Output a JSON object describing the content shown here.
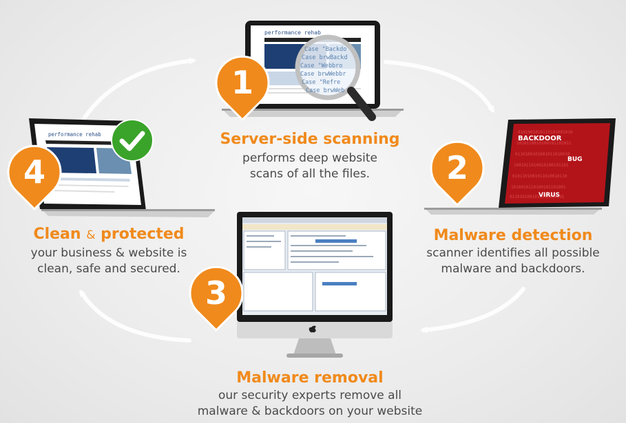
{
  "steps": [
    {
      "number": "1",
      "title": "Server-side scanning",
      "desc_line1": "performs deep website",
      "desc_line2": "scans of all the files."
    },
    {
      "number": "2",
      "title": "Malware detection",
      "desc_line1": "scanner identifies all possible",
      "desc_line2": "malware and backdoors."
    },
    {
      "number": "3",
      "title": "Malware removal",
      "desc_line1": "our security experts remove all",
      "desc_line2": "malware & backdoors on your website"
    },
    {
      "number": "4",
      "title_part1": "Clean",
      "title_amp": "&",
      "title_part2": "protected",
      "desc_line1": "your business & website is",
      "desc_line2": "clean, safe and secured."
    }
  ],
  "screens": {
    "brand": "performance rehab",
    "magnifier_lines": [
      "Case \"Backdo",
      "Case brwBackd",
      "Case \"Webbro",
      "Case brwWebbr",
      "Case \"Refre",
      "Case brwWeb"
    ],
    "malware_words": [
      "BACKDOOR",
      "BUG",
      "VIRUS"
    ]
  },
  "colors": {
    "accent": "#f08a1c",
    "text": "#4a4a4a",
    "check": "#3aa32a"
  }
}
